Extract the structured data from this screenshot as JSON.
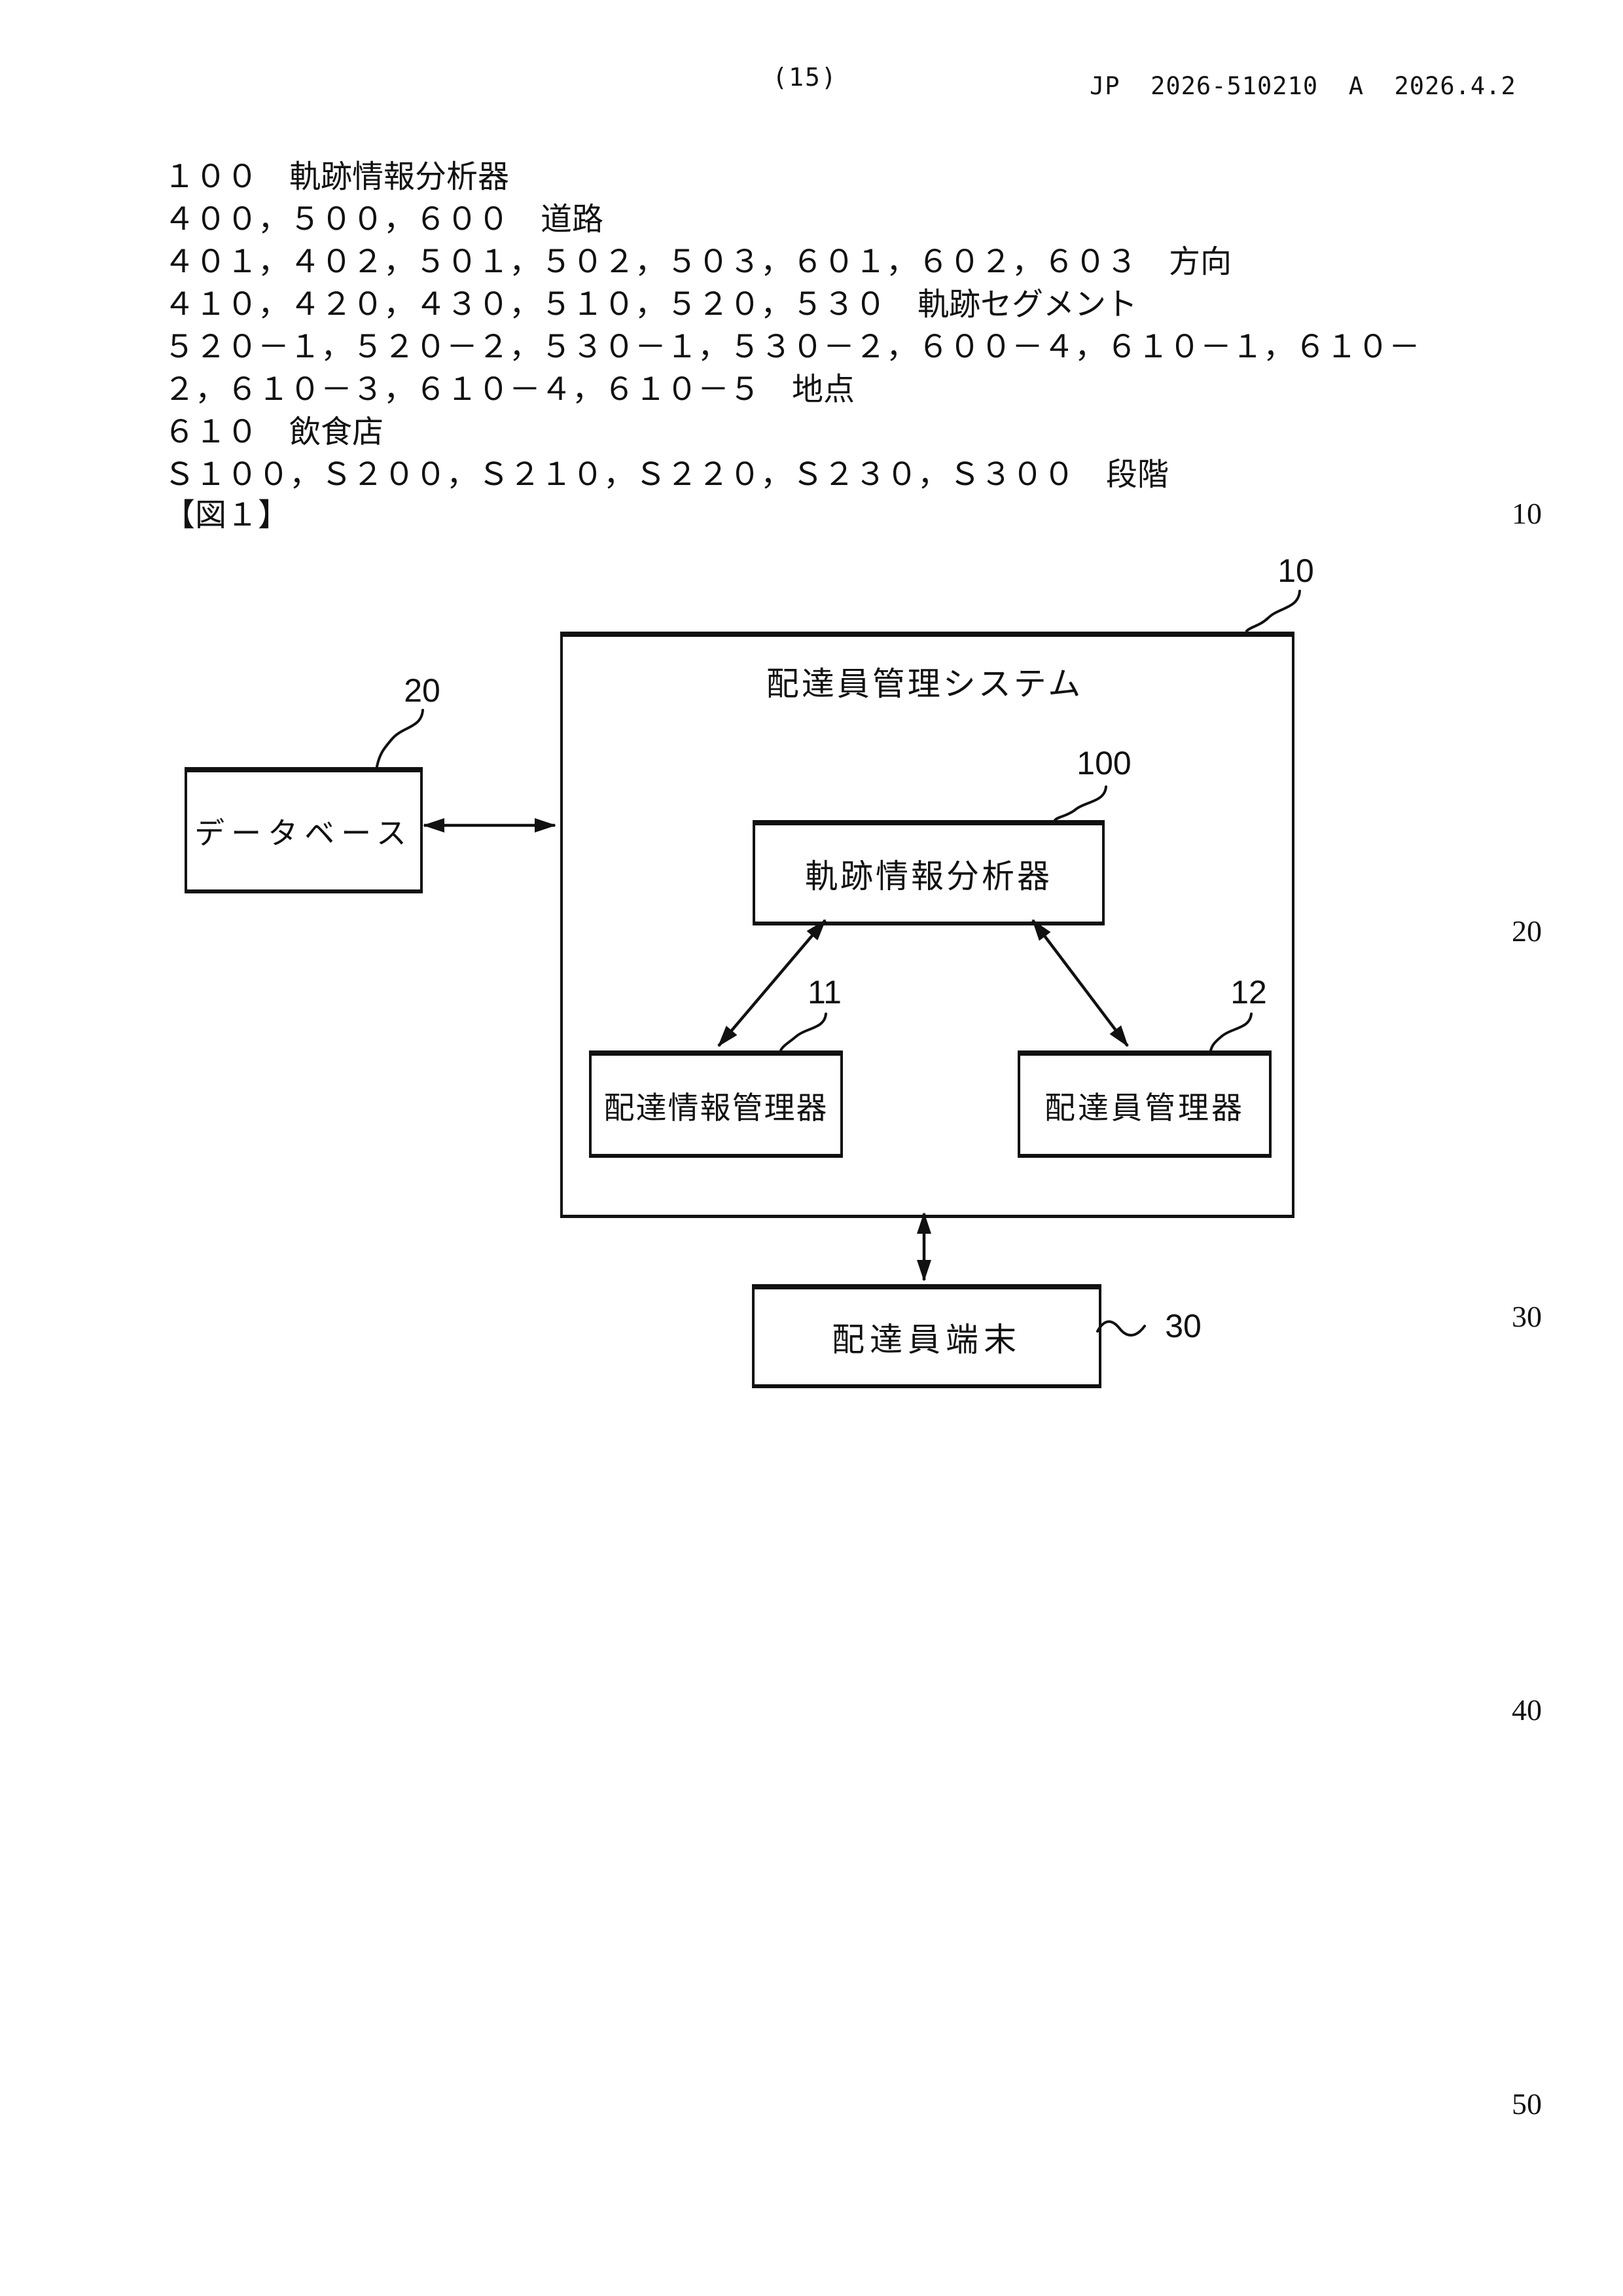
{
  "header": {
    "page_number": "(15)",
    "publication_line": "JP  2026-510210  A  2026.4.2"
  },
  "reference_list": {
    "lines": [
      "１００　軌跡情報分析器",
      "４００，５００，６００　道路",
      "４０１，４０２，５０１，５０２，５０３，６０１，６０２，６０３　方向",
      "４１０，４２０，４３０，５１０，５２０，５３０　軌跡セグメント",
      "５２０－１，５２０－２，５３０－１，５３０－２，６００－４，６１０－１，６１０－",
      "２，６１０－３，６１０－４，６１０－５　地点",
      "６１０　飲食店",
      "Ｓ１００，Ｓ２００，Ｓ２１０，Ｓ２２０，Ｓ２３０，Ｓ３００　段階"
    ]
  },
  "figure_caption": "【図１】",
  "margin_line_numbers": [
    "10",
    "20",
    "30",
    "40",
    "50"
  ],
  "diagram": {
    "system_box": {
      "label": "配達員管理システム",
      "ref": "10"
    },
    "database_box": {
      "label": "データベース",
      "ref": "20"
    },
    "analyzer_box": {
      "label": "軌跡情報分析器",
      "ref": "100"
    },
    "delivery_info_manager_box": {
      "label": "配達情報管理器",
      "ref": "11"
    },
    "courier_manager_box": {
      "label": "配達員管理器",
      "ref": "12"
    },
    "courier_terminal_box": {
      "label": "配達員端末",
      "ref": "30"
    }
  }
}
